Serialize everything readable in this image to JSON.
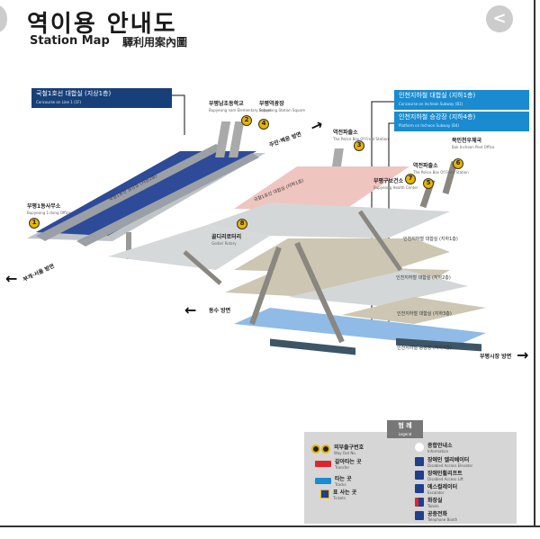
{
  "viewer": {
    "back_icon": "chevron-left-icon",
    "back_label": "<"
  },
  "header": {
    "title_ko": "역이용 안내도",
    "title_en": "Station Map",
    "title_cn": "驛利用案內圖"
  },
  "banners": [
    {
      "title": "국철1호선 대합실 (지상1층)",
      "sub": "Concourse on Line 1 (1F)",
      "color": "#17407a"
    },
    {
      "title": "인천지하철 대합실 (지하1층)",
      "sub": "Concourse on Incheon Subway (B1)",
      "color": "#1a8bd0"
    },
    {
      "title": "인천지하철 승강장 (지하4층)",
      "sub": "Platform on Incheon Subway (B4)",
      "color": "#1a8bd0"
    }
  ],
  "exits": [
    {
      "num": "1",
      "name": "부평1동사무소",
      "en": "Bupyeong 1-dong Office"
    },
    {
      "num": "2",
      "name": "부평남초등학교",
      "en": "Bupyeong nam Elementary School"
    },
    {
      "num": "3",
      "name": "역전파출소",
      "en": "The Police Box Of Front Station"
    },
    {
      "num": "4",
      "name": "부평역광장",
      "en": "Bupyeong Station Square"
    },
    {
      "num": "5",
      "name": "역전파출소",
      "en": "The Police Box Of Front Station"
    },
    {
      "num": "6",
      "name": "북인천우체국",
      "en": "Buk Incheon Post Office"
    },
    {
      "num": "7",
      "name": "부평구보건소",
      "en": "Bupyeong Health Center"
    },
    {
      "num": "8",
      "name": "골디리로터리",
      "en": "Godari Rotary"
    }
  ],
  "directions": {
    "bugae": "부개·서울 방면",
    "juan": "주안·백운 방면",
    "dongsu": "동수 방면",
    "market": "부평시장 방면"
  },
  "levels": [
    "국철1호선 승강장 (지상2층)",
    "국철1호선 대합실 (지하1층)",
    "인천지하철 대합실 (지하1층)",
    "인천지하철 대합실 (지하2층)",
    "인천지하철 대합실 (지하3층)",
    "인천지하철 승강장 (지하4층)"
  ],
  "legend": {
    "title": "범 례",
    "sub": "Legend",
    "items": [
      {
        "ko": "외부출구번호",
        "en": "Way Out No.",
        "icon": "exit-number-icon",
        "color": "#e8b400"
      },
      {
        "ko": "갈아타는 곳",
        "en": "Transfer",
        "icon": "transfer-arrow-icon",
        "color": "#e0262b"
      },
      {
        "ko": "타는 곳",
        "en": "Tracks",
        "icon": "tracks-arrow-icon",
        "color": "#1a8bd0"
      },
      {
        "ko": "표 사는 곳",
        "en": "Tickets",
        "icon": "ticket-icon",
        "color": "#1f3f8f"
      },
      {
        "ko": "종합안내소",
        "en": "Information",
        "icon": "info-icon",
        "color": "#ffffff"
      },
      {
        "ko": "장애인 엘리베이터",
        "en": "Disabled Access Elevator",
        "icon": "elevator-icon",
        "color": "#1f3f8f"
      },
      {
        "ko": "장애인휠리프트",
        "en": "Disabled Access Lift",
        "icon": "wheelchair-lift-icon",
        "color": "#1f3f8f"
      },
      {
        "ko": "에스컬레이터",
        "en": "Escalator",
        "icon": "escalator-icon",
        "color": "#1f3f8f"
      },
      {
        "ko": "화장실",
        "en": "Toilets",
        "icon": "toilet-icon",
        "color": "#1f3f8f"
      },
      {
        "ko": "공중전화",
        "en": "Telephone Booth",
        "icon": "telephone-icon",
        "color": "#1f3f8f"
      }
    ]
  }
}
